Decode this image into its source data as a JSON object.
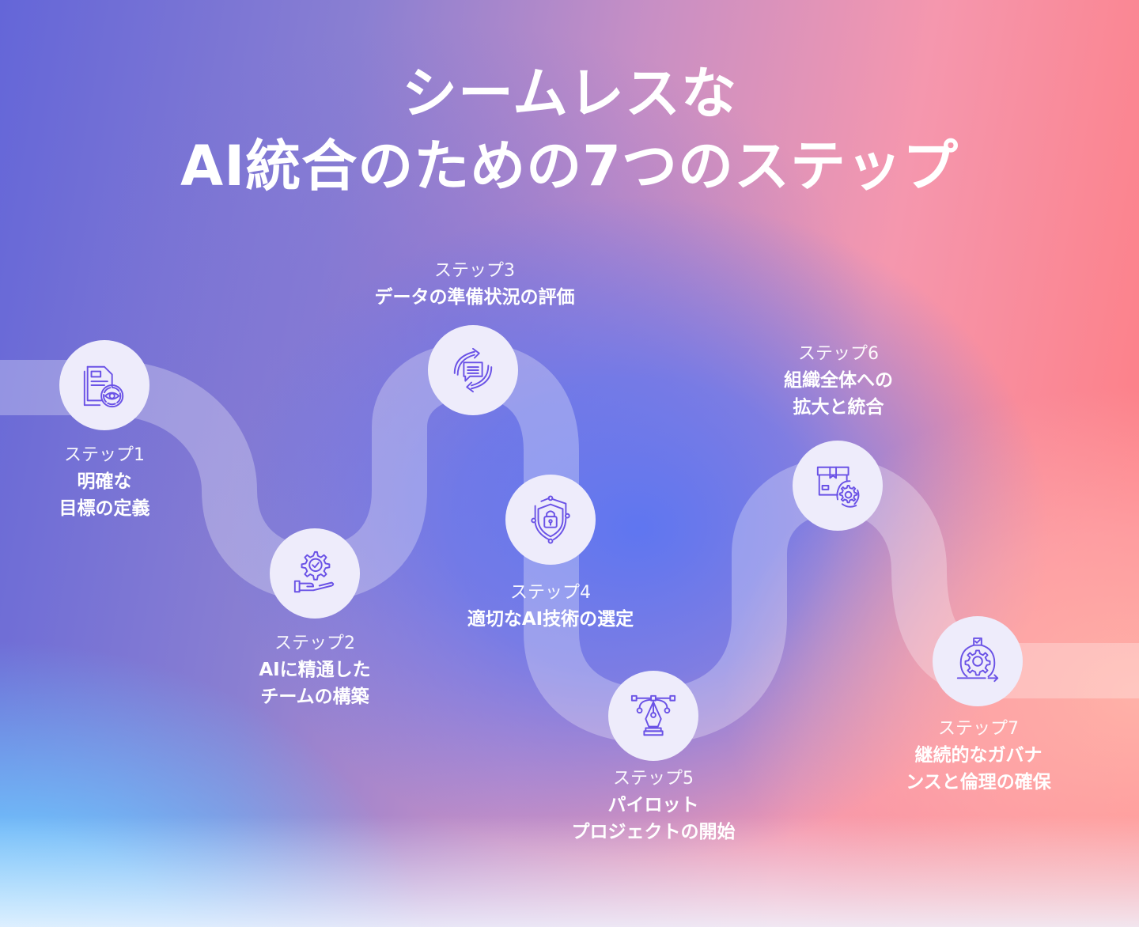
{
  "title": {
    "line1": "シームレスな",
    "line2": "AI統合のための7つのステップ"
  },
  "colors": {
    "node_fill": "#eeecfb",
    "icon_stroke": "#6a52e6",
    "text": "#ffffff",
    "track": "rgba(255,255,255,0.28)"
  },
  "steps": [
    {
      "step_label": "ステップ1",
      "name_line1": "明確な",
      "name_line2": "目標の定義",
      "icon": "document-eye-icon"
    },
    {
      "step_label": "ステップ2",
      "name_line1": "AIに精通した",
      "name_line2": "チームの構築",
      "icon": "hand-gear-check-icon"
    },
    {
      "step_label": "ステップ3",
      "name_line1": "データの準備状況の評価",
      "name_line2": "",
      "icon": "chat-refresh-icon"
    },
    {
      "step_label": "ステップ4",
      "name_line1": "適切なAI技術の選定",
      "name_line2": "",
      "icon": "shield-lock-icon"
    },
    {
      "step_label": "ステップ5",
      "name_line1": "パイロット",
      "name_line2": "プロジェクトの開始",
      "icon": "pen-tool-icon"
    },
    {
      "step_label": "ステップ6",
      "name_line1": "組織全体への",
      "name_line2": "拡大と統合",
      "icon": "box-gear-icon"
    },
    {
      "step_label": "ステップ7",
      "name_line1": "継続的なガバナ",
      "name_line2": "ンスと倫理の確保",
      "icon": "gear-cycle-check-icon"
    }
  ]
}
